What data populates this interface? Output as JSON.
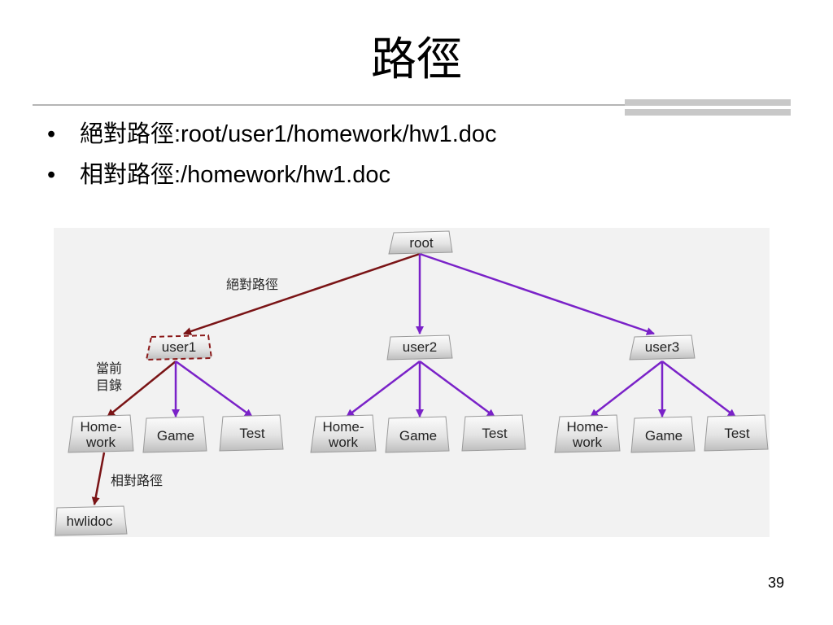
{
  "slide": {
    "title": "路徑",
    "bullets": [
      {
        "marker": "•",
        "text": "絕對路徑:root/user1/homework/hw1.doc"
      },
      {
        "marker": "•",
        "text": "相對路徑:/homework/hw1.doc"
      }
    ],
    "page_number": "39"
  },
  "diagram": {
    "nodes": {
      "root": "root",
      "user1": "user1",
      "user2": "user2",
      "user3": "user3",
      "homework_line1": "Home-",
      "homework_line2": "work",
      "game": "Game",
      "test": "Test",
      "file": "hwlidoc"
    },
    "labels": {
      "absolute_path": "絕對路徑",
      "current_dir_line1": "當前",
      "current_dir_line2": "目錄",
      "relative_path": "相對路徑"
    },
    "colors": {
      "highlight_arrow": "#7a1416",
      "normal_arrow": "#7a22c8",
      "selected_border": "#8b1a1a"
    }
  }
}
